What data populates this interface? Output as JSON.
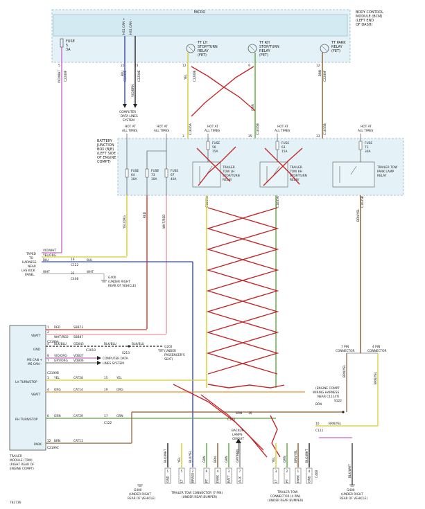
{
  "colors": {
    "white": "#bbbbbb",
    "yellow": "#d8cc2a",
    "green": "#5aa83a",
    "brown": "#8a5a2c",
    "violet": "#c76ac7",
    "blue": "#3344cc",
    "red": "#d23a2a",
    "pink": "#e89aa0",
    "orange": "#e8952a",
    "black": "#222222",
    "gray": "#888888",
    "xmark": "#c3282a"
  },
  "bcm": {
    "title_lines": [
      "BODY CONTROL",
      "MODULE (BCM)",
      "(LEFT END",
      "OF DASH)"
    ],
    "micro": "MICRO",
    "fuse": [
      "FUSE",
      "5",
      "3A"
    ],
    "can_labels": [
      "HS1 CAN +",
      "HS1 CAN -"
    ],
    "relay_lh": [
      "TT LH",
      "STOP/TURN",
      "RELAY",
      "(FET)"
    ],
    "relay_rh": [
      "TT RH",
      "STOP/TURN",
      "RELAY",
      "(FET)"
    ],
    "relay_park": [
      "TT PARK",
      "RELAY",
      "(FET)"
    ],
    "pins": [
      "5",
      "22",
      "23",
      "12",
      "9",
      "12"
    ],
    "conns": [
      "C2280F",
      "C2280E",
      "C2280E",
      "C2280E",
      "C2280F"
    ]
  },
  "wires_top": {
    "vio_wht": "VIO/WHT",
    "blu": "BLU",
    "vio_brn": "VIO/BRN",
    "yel": "YEL",
    "grn": "GRN",
    "brn": "BRN",
    "cdl": [
      "COMPUTER",
      "DATA LINES",
      "SYSTEM"
    ]
  },
  "bjb": {
    "title_lines": [
      "BATTERY",
      "JUNCTION",
      "BOX (BJB)",
      "(LEFT SIDE",
      "OF ENGINE",
      "COMPT)"
    ],
    "hot": [
      "HOT AT",
      "ALL TIMES"
    ],
    "fuses": [
      {
        "label": "FUSE",
        "num": "64",
        "amp": "30A"
      },
      {
        "label": "FUSE",
        "num": "73",
        "amp": "30A"
      },
      {
        "label": "FUSE",
        "num": "67",
        "amp": "40A"
      },
      {
        "label": "FUSE",
        "num": "56",
        "amp": "15A"
      },
      {
        "label": "FUSE",
        "num": "63",
        "amp": "15A"
      },
      {
        "label": "FUSE",
        "num": "71",
        "amp": "30A"
      }
    ],
    "relay_lh": [
      "TRAILER",
      "TOW LH",
      "STOP/TURN",
      "RELAY"
    ],
    "relay_rh": [
      "TRAILER",
      "TOW RH",
      "STOP/TURN",
      "RELAY"
    ],
    "relay_park": [
      "TRAILER TOW",
      "PARK LAMP",
      "RELAY"
    ],
    "conn_in": [
      "C1035A",
      "C1035B",
      "C1035B"
    ],
    "pins_in": [
      "3",
      "35",
      "33"
    ],
    "conn_out": [
      "C1035A",
      "C1035A",
      "C1035B"
    ]
  },
  "mid": {
    "yel_org": "YEL/ORG",
    "red": "RED",
    "wht_red": "WHT/RED",
    "taped": [
      "TAPED",
      "TO",
      "HARNESS",
      "NEAR",
      "LHS KICK",
      "PANEL"
    ],
    "vio_wht": "VIO/WHT",
    "yel_org2": "YEL/ORG",
    "blu": "BLU",
    "wht": "WHT",
    "pin16": "16",
    "pin32": "32",
    "c122": "C122",
    "c408": "C408",
    "g400": [
      "G400",
      "(UNDER RIGHT",
      "REAR OF VEHICLE)"
    ]
  },
  "trm": {
    "pins": [
      {
        "name": "VBATT",
        "circuits": [
          {
            "num": "1",
            "color": "RED",
            "ckt": "SBB73"
          },
          {
            "num": "2",
            "color": "WHT/RED",
            "ckt": "SBB87"
          }
        ]
      },
      {
        "name": "GND",
        "circuits": [
          {
            "num": "4",
            "color": "BLK/BLU",
            "ckt": "GD045"
          }
        ]
      },
      {
        "name": "MS CAN +",
        "circuits": [
          {
            "num": "8",
            "color": "VIO/ORG",
            "ckt": "VDB27"
          }
        ]
      },
      {
        "name": "MS CAN -",
        "circuits": [
          {
            "num": "7",
            "color": "GRY/ORG",
            "ckt": "VDB06"
          }
        ]
      },
      {
        "name": "LH TURN/STOP",
        "circuits": [
          {
            "num": "1",
            "color": "YEL",
            "ckt": "CAT28"
          }
        ]
      },
      {
        "name": "VBATT",
        "circuits": [
          {
            "num": "4",
            "color": "ORG",
            "ckt": "CAT14"
          }
        ]
      },
      {
        "name": "RH TURN/STOP",
        "circuits": [
          {
            "num": "6",
            "color": "GRN",
            "ckt": "CAT29"
          }
        ]
      },
      {
        "name": "PARK",
        "circuits": [
          {
            "num": "12",
            "color": "BRN",
            "ckt": "CAT11"
          }
        ]
      }
    ],
    "conns": [
      "C2199A",
      "C2199B",
      "C2199C"
    ],
    "title_lines": [
      "TRAILER",
      "MODULE (TRM)",
      "(RIGHT REAR OF",
      "ENGINE COMPT)"
    ],
    "cdl": [
      "COMPUTER DATA",
      "LINES SYSTEM"
    ],
    "blk_blu": "BLK/BLU",
    "c3019": "C3019",
    "s213": "S213",
    "g202": [
      "G202",
      "(UNDER",
      "PASSENGER'S",
      "SEAT)"
    ],
    "num15": "15",
    "num19": "19",
    "num17": "17",
    "c122": "C122",
    "yel": "YEL",
    "org": "ORG",
    "grn": "GRN"
  },
  "conn7": {
    "title_lines": [
      "TRAILER TOW CONNECTOR (7 PIN)",
      "(UNDER REAR BUMPER)"
    ],
    "wires": [
      "BLK/WHT",
      "YEL",
      "BLU/YEL",
      "GRN",
      "BRN",
      "GRN",
      "GRY/BRN"
    ],
    "pins": [
      "1",
      "5",
      "2",
      "6",
      "4",
      "3",
      "7"
    ],
    "labels": [
      "GND",
      "LT",
      "BRAKE",
      "RT",
      "PARK",
      "BATT",
      "AUX"
    ],
    "backup": [
      "BACKUP",
      "LAMPS",
      "CIRCUIT"
    ],
    "g400": [
      "G400",
      "(UNDER RIGHT",
      "REAR OF VEHICLE)"
    ]
  },
  "conn4": {
    "title_lines": [
      "TRAILER TOW",
      "CONNECTOR (4 PIN)",
      "(UNDER REAR BUMPER)"
    ],
    "wires": [
      "YEL",
      "GRN",
      "BRN/YEL",
      "BLK/WHT"
    ],
    "pins": [
      "3",
      "2",
      "1",
      "4"
    ],
    "labels": [
      "LT",
      "RT",
      "PARK",
      "GND"
    ],
    "c4pin": "C408",
    "g400": [
      "G400",
      "(UNDER RIGHT",
      "REAR OF VEHICLE)"
    ],
    "blk_wht": "BLK/WHT"
  },
  "right": {
    "c7pin": [
      "7 PIN",
      "CONNECTOR"
    ],
    "c4pin": [
      "4 PIN",
      "CONNECTOR"
    ],
    "brn_yel": "BRN/YEL",
    "engine_harness": [
      "(ENGINE COMPT",
      "WIRING HARNESS",
      "NEAR C1114T)"
    ],
    "s122": "S122",
    "brn": "BRN",
    "c175": "C175",
    "c122": "C122",
    "num10": "10",
    "num16": "16",
    "brn_yel2": "BRN/YEL"
  },
  "figure_id": "782736"
}
